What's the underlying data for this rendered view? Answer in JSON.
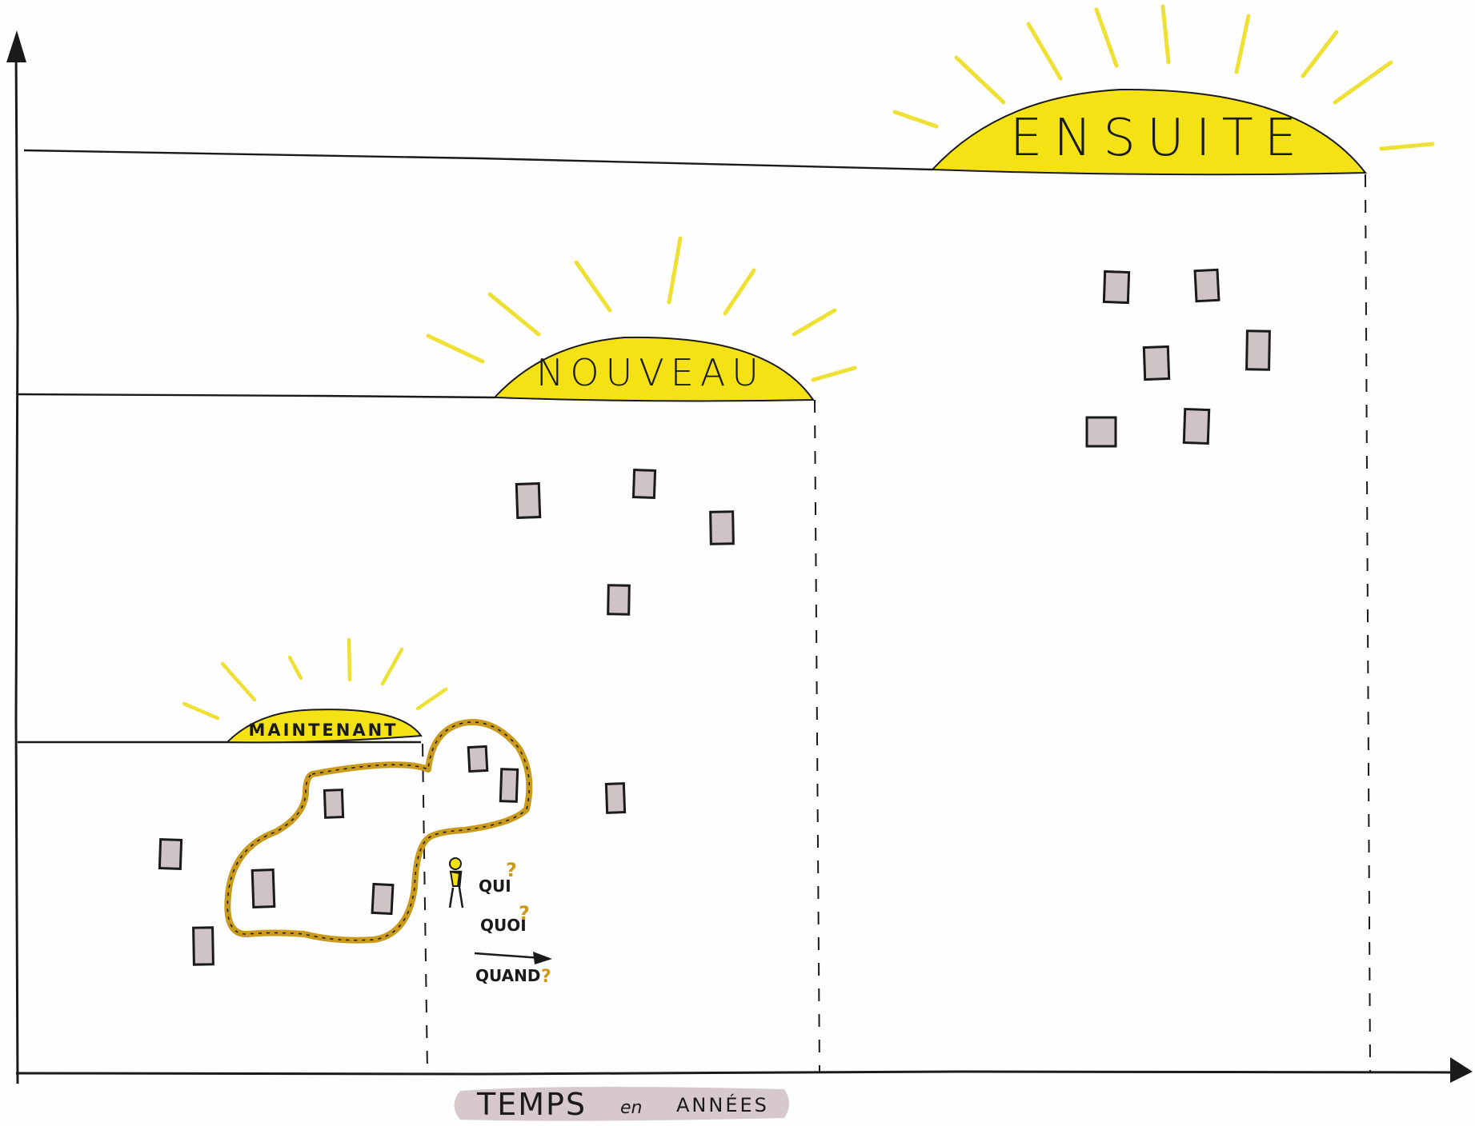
{
  "colors": {
    "sun": "#f4e214",
    "ray": "#efe034",
    "ink": "#1a1a1a",
    "note": "#cfc3c6",
    "lasso": "#c99a1c",
    "axis_badge": "#d7c8cb"
  },
  "horizons": [
    {
      "label": "MAINTENANT"
    },
    {
      "label": "NOUVEAU"
    },
    {
      "label": "ENSUITE"
    }
  ],
  "annotations": {
    "qui": "QUI",
    "quoi": "QUOI",
    "quand": "QUAND",
    "qmark": "?",
    "person_icon": "person-icon"
  },
  "x_axis": {
    "label_main": "TEMPS",
    "label_small": "en",
    "label_end": "ANNÉES"
  },
  "icons": {
    "x_arrow": "arrow-right-icon",
    "y_arrow": "arrow-up-icon",
    "note": "sticky-note-icon",
    "sun": "sun-icon"
  }
}
